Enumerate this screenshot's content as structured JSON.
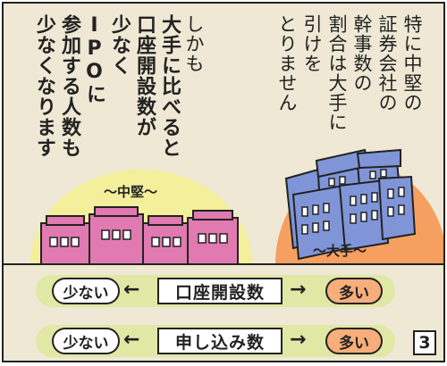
{
  "narration": {
    "right": [
      "特に中堅の",
      "証券会社の",
      "幹事数の",
      "割合は大手に",
      "引けを",
      "とりません"
    ],
    "left": [
      "しかも",
      "大手に比べると",
      "口座開設数が",
      "少なく",
      "IPOに",
      "参加する人数も",
      "少なくなります"
    ]
  },
  "illustration": {
    "mid_label": "～中堅～",
    "big_label": "～大手～"
  },
  "comparisons": [
    {
      "left": "少ない",
      "metric": "口座開設数",
      "right": "多い"
    },
    {
      "left": "少ない",
      "metric": "申し込み数",
      "right": "多い"
    }
  ],
  "page_number": "3",
  "colors": {
    "background": "#eee8d4",
    "mid_dome": "#f3ef9a",
    "big_dome": "#f5a060",
    "mid_buildings": "#e07ab0",
    "big_buildings": "#7f95d8",
    "bar": "#e1e8a6",
    "more_pill": "#f7ae7a"
  }
}
